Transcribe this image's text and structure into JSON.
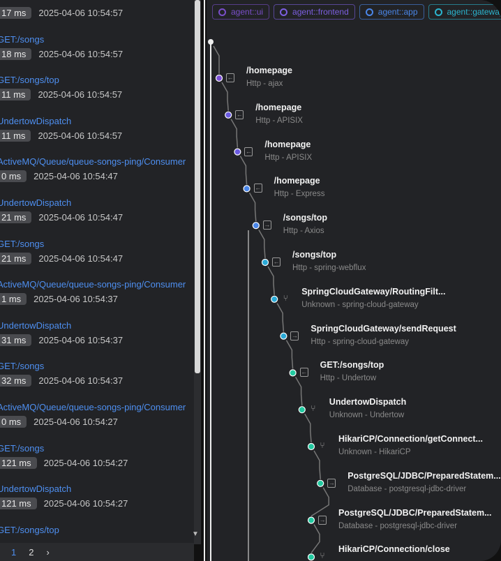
{
  "list": [
    {
      "name": "",
      "duration": "17 ms",
      "time": "2025-04-06 10:54:57"
    },
    {
      "name": "GET:/songs",
      "duration": "18 ms",
      "time": "2025-04-06 10:54:57"
    },
    {
      "name": "GET:/songs/top",
      "duration": "11 ms",
      "time": "2025-04-06 10:54:57"
    },
    {
      "name": "UndertowDispatch",
      "duration": "11 ms",
      "time": "2025-04-06 10:54:57"
    },
    {
      "name": "ActiveMQ/Queue/queue-songs-ping/Consumer",
      "duration": "0 ms",
      "time": "2025-04-06 10:54:47"
    },
    {
      "name": "UndertowDispatch",
      "duration": "21 ms",
      "time": "2025-04-06 10:54:47"
    },
    {
      "name": "GET:/songs",
      "duration": "21 ms",
      "time": "2025-04-06 10:54:47"
    },
    {
      "name": "ActiveMQ/Queue/queue-songs-ping/Consumer",
      "duration": "1 ms",
      "time": "2025-04-06 10:54:37"
    },
    {
      "name": "UndertowDispatch",
      "duration": "31 ms",
      "time": "2025-04-06 10:54:37"
    },
    {
      "name": "GET:/songs",
      "duration": "32 ms",
      "time": "2025-04-06 10:54:37"
    },
    {
      "name": "ActiveMQ/Queue/queue-songs-ping/Consumer",
      "duration": "0 ms",
      "time": "2025-04-06 10:54:27"
    },
    {
      "name": "GET:/songs",
      "duration": "121 ms",
      "time": "2025-04-06 10:54:27"
    },
    {
      "name": "UndertowDispatch",
      "duration": "121 ms",
      "time": "2025-04-06 10:54:27"
    },
    {
      "name": "GET:/songs/top",
      "duration": "",
      "time": ""
    }
  ],
  "pager": {
    "pages": [
      "1",
      "2"
    ],
    "next": "›"
  },
  "tags": [
    {
      "label": "agent::ui",
      "color": "#7a4fc9"
    },
    {
      "label": "agent::frontend",
      "color": "#7c5fe0"
    },
    {
      "label": "agent::app",
      "color": "#4a86e8"
    },
    {
      "label": "agent::gateway",
      "color": "#2bb5cf"
    }
  ],
  "spans": [
    {
      "title": "/homepage",
      "sub": "Http - ajax",
      "depth": 0,
      "color": "#7b4fd6",
      "icon": "entry-icon"
    },
    {
      "title": "/homepage",
      "sub": "Http - APISIX",
      "depth": 1,
      "color": "#6a5ae0",
      "icon": "entry-icon"
    },
    {
      "title": "/homepage",
      "sub": "Http - APISIX",
      "depth": 2,
      "color": "#6a5ae0",
      "icon": "entry-icon"
    },
    {
      "title": "/homepage",
      "sub": "Http - Express",
      "depth": 3,
      "color": "#4a86e8",
      "icon": "entry-icon"
    },
    {
      "title": "/songs/top",
      "sub": "Http - Axios",
      "depth": 4,
      "color": "#4a86e8",
      "icon": "exit-icon"
    },
    {
      "title": "/songs/top",
      "sub": "Http - spring-webflux",
      "depth": 5,
      "color": "#2aa9d6",
      "icon": "entry-icon"
    },
    {
      "title": "SpringCloudGateway/RoutingFilt...",
      "sub": "Unknown - spring-cloud-gateway",
      "depth": 6,
      "color": "#2aa9d6",
      "icon": "branch-icon"
    },
    {
      "title": "SpringCloudGateway/sendRequest",
      "sub": "Http - spring-cloud-gateway",
      "depth": 7,
      "color": "#2aa9d6",
      "icon": "exit-icon"
    },
    {
      "title": "GET:/songs/top",
      "sub": "Http - Undertow",
      "depth": 8,
      "color": "#22c9a0",
      "icon": "entry-icon"
    },
    {
      "title": "UndertowDispatch",
      "sub": "Unknown - Undertow",
      "depth": 9,
      "color": "#22c9a0",
      "icon": "branch-icon"
    },
    {
      "title": "HikariCP/Connection/getConnect...",
      "sub": "Unknown - HikariCP",
      "depth": 10,
      "color": "#22c9a0",
      "icon": "branch-icon"
    },
    {
      "title": "PostgreSQL/JDBC/PreparedStatem...",
      "sub": "Database - postgresql-jdbc-driver",
      "depth": 11,
      "color": "#22c9a0",
      "icon": "exit-icon"
    },
    {
      "title": "PostgreSQL/JDBC/PreparedStatem...",
      "sub": "Database - postgresql-jdbc-driver",
      "depth": 10,
      "color": "#22c9a0",
      "icon": "exit-icon"
    },
    {
      "title": "HikariCP/Connection/close",
      "sub": "",
      "depth": 10,
      "color": "#22c9a0",
      "icon": "branch-icon"
    }
  ]
}
